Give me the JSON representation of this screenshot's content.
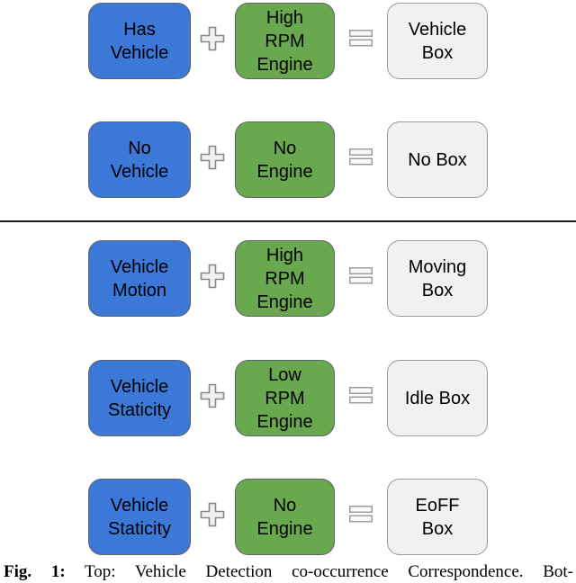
{
  "figure": {
    "rows": [
      {
        "left": {
          "lines": [
            "Has",
            "Vehicle"
          ]
        },
        "mid": {
          "lines": [
            "High",
            "RPM",
            "Engine"
          ]
        },
        "right": {
          "lines": [
            "Vehicle",
            "Box"
          ]
        }
      },
      {
        "left": {
          "lines": [
            "No",
            "Vehicle"
          ]
        },
        "mid": {
          "lines": [
            "No",
            "Engine"
          ]
        },
        "right": {
          "lines": [
            "No Box"
          ]
        }
      },
      {
        "left": {
          "lines": [
            "Vehicle",
            "Motion"
          ]
        },
        "mid": {
          "lines": [
            "High",
            "RPM",
            "Engine"
          ]
        },
        "right": {
          "lines": [
            "Moving",
            "Box"
          ]
        }
      },
      {
        "left": {
          "lines": [
            "Vehicle",
            "Staticity"
          ]
        },
        "mid": {
          "lines": [
            "Low",
            "RPM",
            "Engine"
          ]
        },
        "right": {
          "lines": [
            "Idle Box"
          ]
        }
      },
      {
        "left": {
          "lines": [
            "Vehicle",
            "Staticity"
          ]
        },
        "mid": {
          "lines": [
            "No",
            "Engine"
          ]
        },
        "right": {
          "lines": [
            "EoFF",
            "Box"
          ]
        }
      }
    ],
    "operators": {
      "plus": "+",
      "equals": "="
    },
    "colors": {
      "condition_blue": "#3c78d8",
      "engine_green": "#6aa84f",
      "result_gray": "#f1f1f1",
      "divider": "#1c1c1c"
    }
  },
  "caption": {
    "label": "Fig. 1:",
    "text": "Top: Vehicle Detection co-occurrence Correspondence. Bot-"
  }
}
